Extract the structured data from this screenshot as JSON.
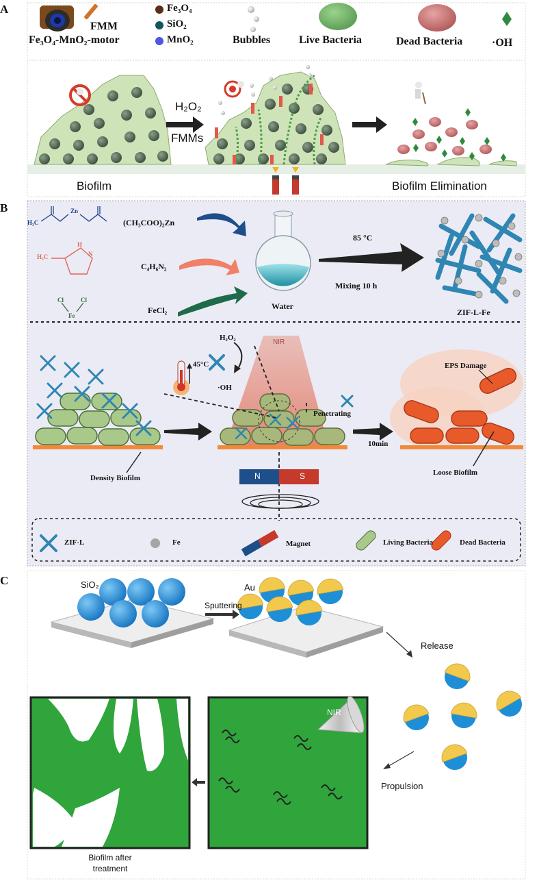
{
  "panel_a": {
    "letter": "A",
    "legend": {
      "motor_name": "FMM",
      "motor_formula": "Fe₃O₄-MnO₂-motor",
      "fe3o4": "Fe₃O₄",
      "sio2": "SiO₂",
      "mno2": "MnO₂",
      "bubbles": "Bubbles",
      "live_bacteria": "Live Bacteria",
      "dead_bacteria": "Dead Bacteria",
      "oh": "·OH"
    },
    "arrow_top": "H₂O₂",
    "arrow_bottom": "FMMs",
    "label_left": "Biofilm",
    "label_right": "Biofilm Elimination"
  },
  "panel_b": {
    "letter": "B",
    "zn_acetate": "(CH₃COO)₂Zn",
    "imidazole": "C₄H₆N₂",
    "fecl2": "FeCl₂",
    "water": "Water",
    "temp": "85 °C",
    "mixing": "Mixing  10 h",
    "zif_product": "ZIF-L-Fe",
    "nir": "NIR",
    "h2o2": "H₂O₂",
    "temp45": "45°C",
    "oh": "·OH",
    "penetrating": "Penetrating",
    "time": "10min",
    "eps": "EPS Damage",
    "density": "Density Biofilm",
    "loose": "Loose Biofilm",
    "magnet_n": "N",
    "magnet_s": "S",
    "legend": {
      "zif": "ZIF-L",
      "fe": "Fe",
      "magnet": "Magnet",
      "living": "Living Bacteria",
      "dead": "Dead Bacteria"
    },
    "struct": {
      "zn_atom": "Zn",
      "h3c": "H₃C",
      "cl1": "Cl",
      "cl2": "Cl",
      "fe_atom": "Fe",
      "h": "H",
      "n": "N",
      "h3c2": "H₃C"
    }
  },
  "panel_c": {
    "letter": "C",
    "sio2": "SiO₂",
    "au": "Au",
    "sputtering": "Sputtering",
    "release": "Release",
    "nir": "NIR",
    "propulsion": "Propulsion",
    "caption": "Biofilm after treatment"
  },
  "colors": {
    "biofilm_green": "#cfe3b8",
    "sphere_blue": "#1e8fd6",
    "cap_yellow": "#f2c94c",
    "green_field": "#2fa53b",
    "dead_red": "#e05a2a"
  }
}
